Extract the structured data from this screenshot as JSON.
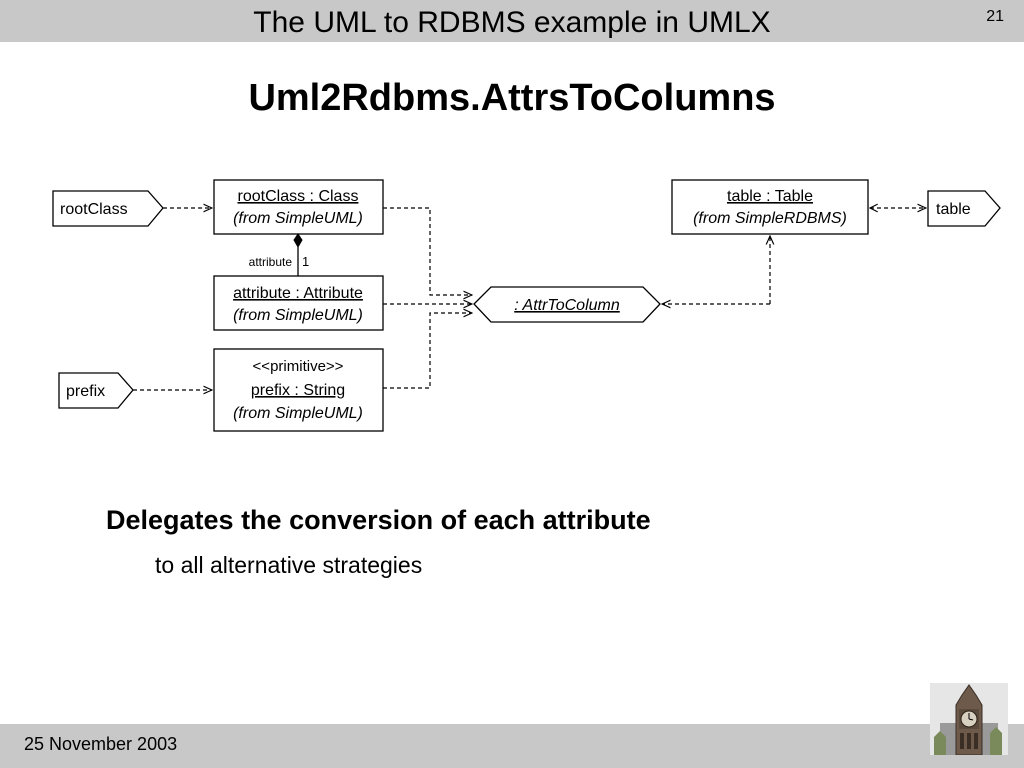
{
  "header": {
    "title": "The UML to RDBMS example in UMLX",
    "slide_number": "21"
  },
  "slide_title": "Uml2Rdbms.AttrsToColumns",
  "diagram": {
    "ports": {
      "root_class": "rootClass",
      "prefix": "prefix",
      "table": "table"
    },
    "boxes": {
      "root_class": {
        "name": "rootClass : Class",
        "from": "(from SimpleUML)"
      },
      "attribute": {
        "name": "attribute : Attribute",
        "from": "(from SimpleUML)"
      },
      "prefix": {
        "stereotype": "<<primitive>>",
        "name": "prefix : String",
        "from": "(from SimpleUML)"
      },
      "table": {
        "name": "table : Table",
        "from": "(from SimpleRDBMS)"
      }
    },
    "association": {
      "role": "attribute",
      "multiplicity": "1"
    },
    "transform": {
      "name": ": AttrToColumn"
    }
  },
  "body": {
    "bullet": "Delegates the conversion of each attribute",
    "sub_bullet": "to all alternative strategies"
  },
  "footer": {
    "date": "25 November 2003"
  },
  "logo": {
    "icon": "big-ben-icon"
  }
}
